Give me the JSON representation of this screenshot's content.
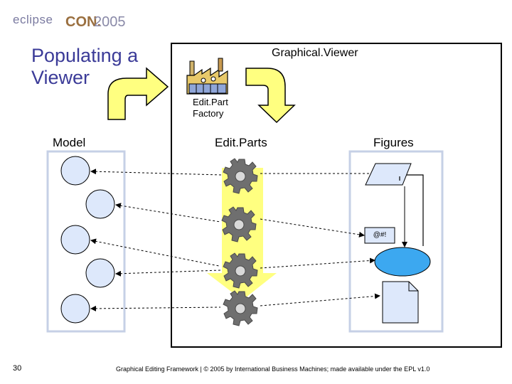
{
  "header": {
    "logo_eclipse": "eclipse",
    "logo_con": "CON.",
    "logo_year": "2005",
    "title": "Populating a Viewer"
  },
  "diagram": {
    "viewer_label": "Graphical.Viewer",
    "factory_label": "Edit.Part Factory",
    "model_label": "Model",
    "editparts_label": "Edit.Parts",
    "figures_label": "Figures",
    "badge_text": "@#!"
  },
  "footer": {
    "slide_number": "30",
    "text": "Graphical Editing Framework | © 2005 by International Business Machines; made available under the EPL v1.0"
  },
  "colors": {
    "title": "#3b3b98",
    "panel_border": "#c6d0e6",
    "viewer_border": "#000000",
    "shape_fill": "#dde8fb",
    "ellipse_fill": "#3ca8f0",
    "arrow_fill": "#ffff80",
    "gear": "#6f6f6f"
  }
}
